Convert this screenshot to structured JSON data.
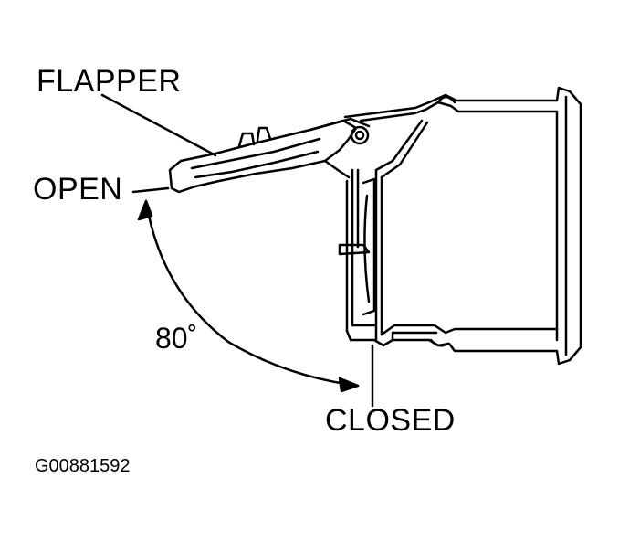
{
  "labels": {
    "flapper": "FLAPPER",
    "open": "OPEN",
    "angle": "80˚",
    "closed": "CLOSED",
    "figure_id": "G00881592"
  },
  "colors": {
    "line": "#000000",
    "background": "#ffffff"
  }
}
